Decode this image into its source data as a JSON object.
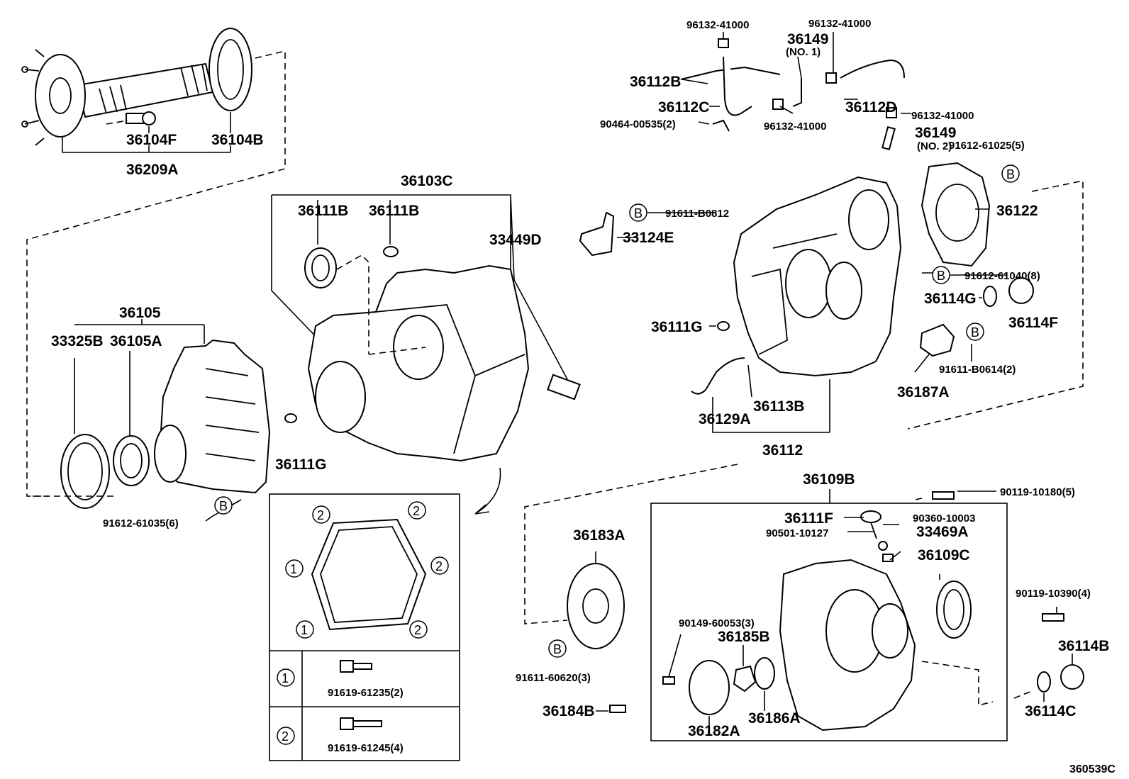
{
  "figure_code": "360539C",
  "bolt_marker": "B",
  "labels": {
    "p36104F": "36104F",
    "p36104B": "36104B",
    "p36209A": "36209A",
    "p36103C": "36103C",
    "p36111B_a": "36111B",
    "p36111B_b": "36111B",
    "p33449D": "33449D",
    "p36105": "36105",
    "p33325B": "33325B",
    "p36105A": "36105A",
    "p36111G_a": "36111G",
    "p91612_61035": "91612-61035(6)",
    "p96132_41000_a": "96132-41000",
    "p96132_41000_b": "96132-41000",
    "p36149_1": "36149",
    "p36149_1_note": "(NO. 1)",
    "p36112B": "36112B",
    "p36112C": "36112C",
    "p36112D": "36112D",
    "p90464_00535": "90464-00535(2)",
    "p96132_41000_c": "96132-41000",
    "p96132_41000_d": "96132-41000",
    "p36149_2": "36149",
    "p36149_2_note": "(NO. 2)",
    "p91612_61025": "91612-61025(5)",
    "p91611_B0812": "91611-B0812",
    "p33124E": "33124E",
    "p36122": "36122",
    "p91612_61040": "91612-61040(8)",
    "p36114G": "36114G",
    "p36114F": "36114F",
    "p36111G_b": "36111G",
    "p91611_B0614": "91611-B0614(2)",
    "p36187A": "36187A",
    "p36113B": "36113B",
    "p36129A": "36129A",
    "p36112": "36112",
    "p36109B": "36109B",
    "p90119_10180": "90119-10180(5)",
    "p36111F": "36111F",
    "p90360_10003": "90360-10003",
    "p90501_10127": "90501-10127",
    "p33469A": "33469A",
    "p36109C": "36109C",
    "p36183A": "36183A",
    "p90149_60053": "90149-60053(3)",
    "p36185B": "36185B",
    "p90119_10390": "90119-10390(4)",
    "p36114B": "36114B",
    "p91611_60620": "91611-60620(3)",
    "p36184B": "36184B",
    "p36182A": "36182A",
    "p36186A": "36186A",
    "p36114C": "36114C"
  },
  "inset": {
    "marker_1": "1",
    "marker_2": "2",
    "bolt_1_part": "91619-61235(2)",
    "bolt_2_part": "91619-61245(4)"
  }
}
